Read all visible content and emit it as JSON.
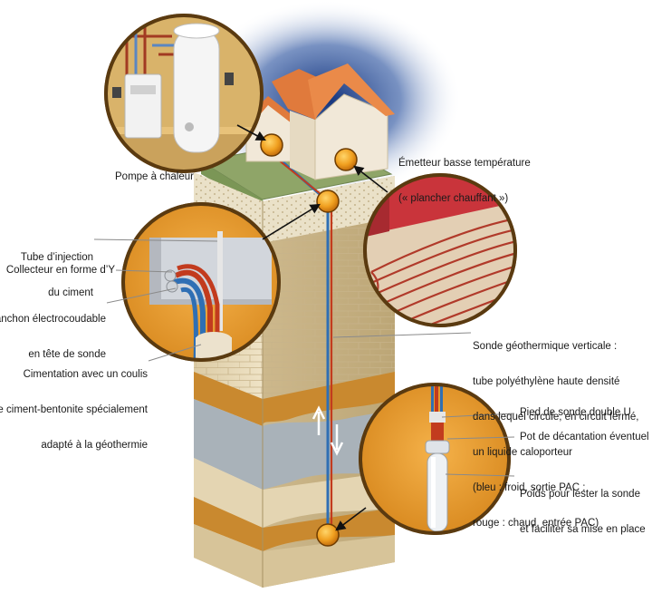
{
  "labels": {
    "pompe": "Pompe à chaleur",
    "emetteur_l1": "Émetteur basse température",
    "emetteur_l2": "(« plancher chauffant »)",
    "tube_l1": "Tube d’injection",
    "tube_l2": "du ciment",
    "collecteur": "Collecteur en forme d’Y",
    "manchon_l1": "Manchon électrocoudable",
    "manchon_l2": "en tête de sonde",
    "ciment_l1": "Cimentation avec un coulis",
    "ciment_l2": "de ciment-bentonite spécialement",
    "ciment_l3": "adapté à la géothermie",
    "sonde_l1": "Sonde géothermique verticale :",
    "sonde_l2": "tube polyéthylène haute densité",
    "sonde_l3": "dans lequel circule, en circuit fermé,",
    "sonde_l4": "un liquide caloporteur",
    "sonde_l5": "(bleu : froid, sortie PAC ;",
    "sonde_l6": "rouge : chaud, entrée PAC)",
    "pied": "Pied de sonde double U",
    "pot": "Pot de décantation éventuel",
    "poids_l1": "Poids pour lester la sonde",
    "poids_l2": "et faciliter sa mise en place"
  },
  "colors": {
    "roof": "#e07a3c",
    "wall": "#f1e8d8",
    "grass": "#8fa568",
    "stone": "#e7d8b6",
    "clay": "#c9892f",
    "gray_layer": "#a9b2b9",
    "node": "#f4a524",
    "pipe_hot": "#c23b1e",
    "pipe_cold": "#2f6fb4",
    "sky": "#1f3f8c"
  }
}
